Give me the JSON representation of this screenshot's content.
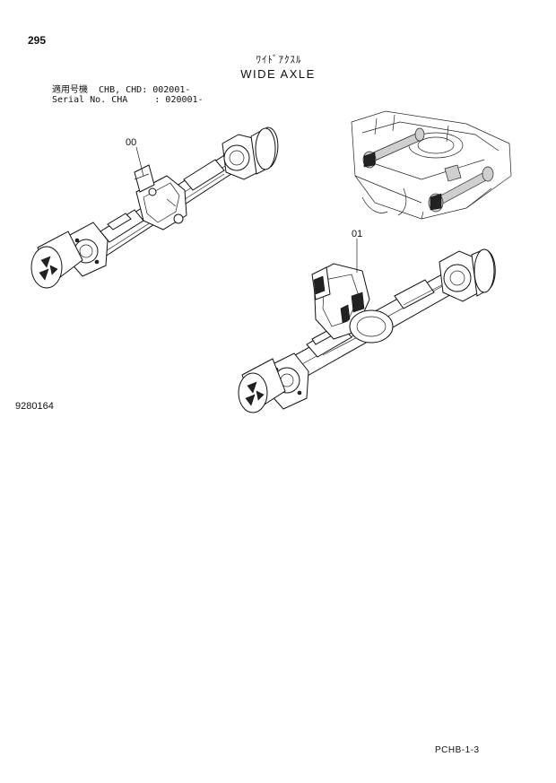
{
  "header": {
    "page_number": "295",
    "title_jp": "ﾜｲﾄﾞｱｸｽﾙ",
    "title_en": "WIDE AXLE",
    "applicability_line1": "適用号機  CHB, CHD: 002001-",
    "applicability_line2": "Serial No. CHA     : 020001-"
  },
  "callouts": {
    "part_00": "00",
    "part_01": "01"
  },
  "drawing_number": "9280164",
  "footer": {
    "code": "PCHB-1-3"
  }
}
